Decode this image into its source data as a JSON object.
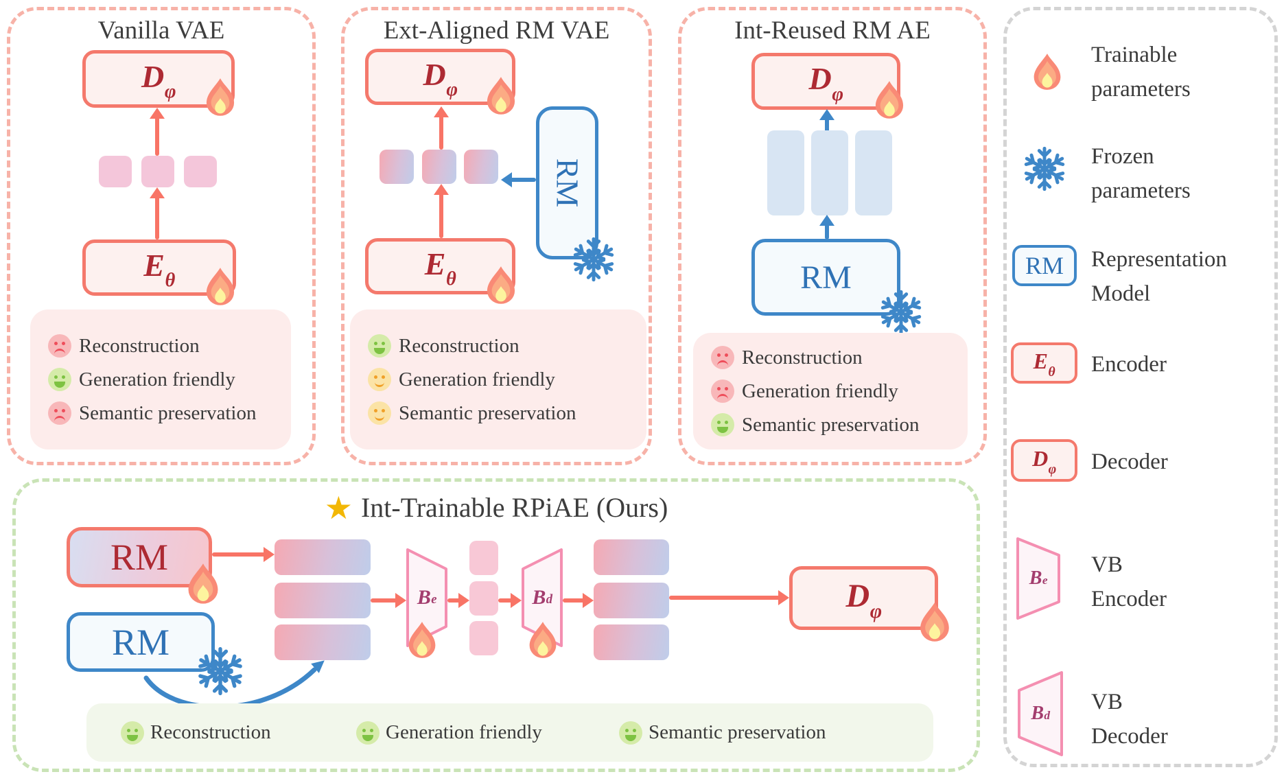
{
  "panels": [
    {
      "title": "Vanilla VAE",
      "decoder": {
        "main": "D",
        "sub": "φ"
      },
      "encoder": {
        "main": "E",
        "sub": "θ"
      },
      "statuses": [
        {
          "label": "Reconstruction",
          "mood": "bad"
        },
        {
          "label": "Generation friendly",
          "mood": "good"
        },
        {
          "label": "Semantic preservation",
          "mood": "bad"
        }
      ]
    },
    {
      "title": "Ext-Aligned RM VAE",
      "decoder": {
        "main": "D",
        "sub": "φ"
      },
      "encoder": {
        "main": "E",
        "sub": "θ"
      },
      "rm_label": "RM",
      "statuses": [
        {
          "label": "Reconstruction",
          "mood": "good"
        },
        {
          "label": "Generation friendly",
          "mood": "mid"
        },
        {
          "label": "Semantic preservation",
          "mood": "mid"
        }
      ]
    },
    {
      "title": "Int-Reused RM AE",
      "decoder": {
        "main": "D",
        "sub": "φ"
      },
      "rm_label": "RM",
      "statuses": [
        {
          "label": "Reconstruction",
          "mood": "bad"
        },
        {
          "label": "Generation friendly",
          "mood": "bad"
        },
        {
          "label": "Semantic preservation",
          "mood": "good"
        }
      ]
    }
  ],
  "ours": {
    "title": "Int-Trainable RPiAE (Ours)",
    "star_icon": "★",
    "rm_trainable_label": "RM",
    "rm_frozen_label": "RM",
    "vb_encoder": {
      "main": "B",
      "sub": "e"
    },
    "vb_decoder": {
      "main": "B",
      "sub": "d"
    },
    "decoder": {
      "main": "D",
      "sub": "φ"
    },
    "statuses": [
      {
        "label": "Reconstruction",
        "mood": "good"
      },
      {
        "label": "Generation friendly",
        "mood": "good"
      },
      {
        "label": "Semantic preservation",
        "mood": "good"
      }
    ]
  },
  "legend": {
    "items": [
      {
        "icon": "flame-icon",
        "line1": "Trainable",
        "line2": "parameters"
      },
      {
        "icon": "snowflake-icon",
        "line1": "Frozen",
        "line2": "parameters"
      },
      {
        "icon": "rm-box",
        "box_label": "RM",
        "line1": "Representation",
        "line2": "Model"
      },
      {
        "icon": "encoder-box",
        "box": {
          "main": "E",
          "sub": "θ"
        },
        "line1": "Encoder",
        "line2": ""
      },
      {
        "icon": "decoder-box",
        "box": {
          "main": "D",
          "sub": "φ"
        },
        "line1": "Decoder",
        "line2": ""
      },
      {
        "icon": "vb-encoder-shape",
        "box": {
          "main": "B",
          "sub": "e"
        },
        "line1": "VB",
        "line2": "Encoder"
      },
      {
        "icon": "vb-decoder-shape",
        "box": {
          "main": "B",
          "sub": "d"
        },
        "line1": "VB",
        "line2": "Decoder"
      }
    ]
  },
  "colors": {
    "accent_red": "#f87466",
    "box_border": "#f4796c",
    "dark_red": "#ad2a33",
    "blue": "#3e87c8",
    "blue_text": "#2f72b5",
    "panel_dash_pink": "#f7b2a8",
    "panel_dash_green": "#c9e3b6",
    "legend_dash_gray": "#d4d4d4",
    "vb_pink": "#f48fb1",
    "vb_text": "#a33d6e",
    "gold": "#f2b705"
  }
}
